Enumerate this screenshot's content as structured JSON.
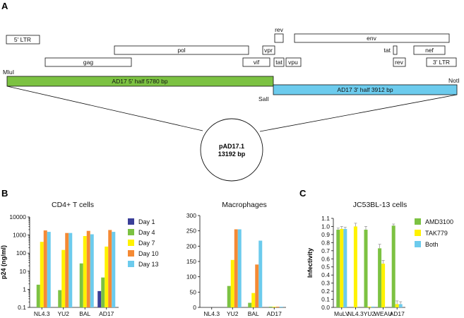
{
  "panels": {
    "a": "A",
    "b": "B",
    "c": "C"
  },
  "genome": {
    "genes": [
      {
        "key": "ltr5",
        "label": "5' LTR"
      },
      {
        "key": "gag",
        "label": "gag"
      },
      {
        "key": "pol",
        "label": "pol"
      },
      {
        "key": "vif",
        "label": "vif"
      },
      {
        "key": "vpr",
        "label": "vpr"
      },
      {
        "key": "rev1",
        "label": "rev"
      },
      {
        "key": "tat1",
        "label": "tat"
      },
      {
        "key": "vpu",
        "label": "vpu"
      },
      {
        "key": "env",
        "label": "env"
      },
      {
        "key": "tat2",
        "label": "tat"
      },
      {
        "key": "rev2",
        "label": "rev"
      },
      {
        "key": "nef",
        "label": "nef"
      },
      {
        "key": "ltr3",
        "label": "3' LTR"
      }
    ],
    "half5_label": "AD17 5' half  5780 bp",
    "half3_label": "AD17 3' half 3912 bp",
    "half5_color": "#7cc242",
    "half3_color": "#6ccbed",
    "site_mlu": "MluI",
    "site_sal": "SalI",
    "site_not": "NotI",
    "plasmid_name": "pAD17.1",
    "plasmid_size": "13192 bp"
  },
  "chart_data": [
    {
      "type": "bar",
      "title": "CD4+ T cells",
      "ylabel": "p24 (ng/ml)",
      "yscale": "log",
      "ylim": [
        0.1,
        10000
      ],
      "yticks": [
        "0.1",
        "1",
        "10",
        "100",
        "1000",
        "10000"
      ],
      "categories": [
        "NL4.3",
        "YU2",
        "BAL",
        "AD17"
      ],
      "series": [
        {
          "name": "Day 1",
          "color": "#3a3f98",
          "values": [
            null,
            null,
            null,
            0.8
          ]
        },
        {
          "name": "Day 4",
          "color": "#7cc242",
          "values": [
            1.8,
            0.9,
            27,
            4.5
          ]
        },
        {
          "name": "Day 7",
          "color": "#fff200",
          "values": [
            420,
            150,
            880,
            230
          ]
        },
        {
          "name": "Day 10",
          "color": "#f58a34",
          "values": [
            1800,
            1300,
            1700,
            1900
          ]
        },
        {
          "name": "Day 13",
          "color": "#6ccbed",
          "values": [
            1500,
            1300,
            1100,
            1500
          ]
        }
      ],
      "legend": "right"
    },
    {
      "type": "bar",
      "title": "Macrophages",
      "ylabel": "",
      "ylim": [
        0,
        300
      ],
      "yticks": [
        "0",
        "50",
        "100",
        "150",
        "200",
        "250",
        "300"
      ],
      "categories": [
        "NL4.3",
        "YU2",
        "BAL",
        "AD17"
      ],
      "series": [
        {
          "values": [
            0,
            0,
            0,
            0
          ]
        },
        {
          "values": [
            0,
            70,
            15,
            1
          ]
        },
        {
          "values": [
            0,
            155,
            47,
            1
          ]
        },
        {
          "values": [
            0,
            255,
            140,
            1
          ]
        },
        {
          "values": [
            0,
            255,
            218,
            1
          ]
        }
      ]
    },
    {
      "type": "bar",
      "title": "JC53BL-13 cells",
      "ylabel": "Infectivity",
      "ylim": [
        0,
        1.1
      ],
      "yticks": [
        "0.0",
        "0.1",
        "0.2",
        "0.3",
        "0.4",
        "0.5",
        "0.6",
        "0.7",
        "0.8",
        "0.9",
        "1.0",
        "1.1"
      ],
      "categories": [
        "MuLV",
        "NL4.3",
        "YU2",
        "WEAU",
        "AD17"
      ],
      "series": [
        {
          "name": "AMD3100",
          "color": "#7cc242",
          "values": [
            0.96,
            0.0,
            0.96,
            0.73,
            1.01
          ],
          "err": [
            0.02,
            0,
            0.04,
            0.05,
            0.02
          ]
        },
        {
          "name": "TAK779",
          "color": "#fff200",
          "values": [
            0.97,
            1.0,
            0.01,
            0.54,
            0.04
          ],
          "err": [
            0.03,
            0.04,
            0,
            0.04,
            0.04
          ]
        },
        {
          "name": "Both",
          "color": "#6ccbed",
          "values": [
            0.97,
            0.0,
            0.01,
            0.0,
            0.04
          ],
          "err": [
            0.02,
            0,
            0,
            0,
            0.03
          ]
        }
      ],
      "legend": "right"
    }
  ]
}
